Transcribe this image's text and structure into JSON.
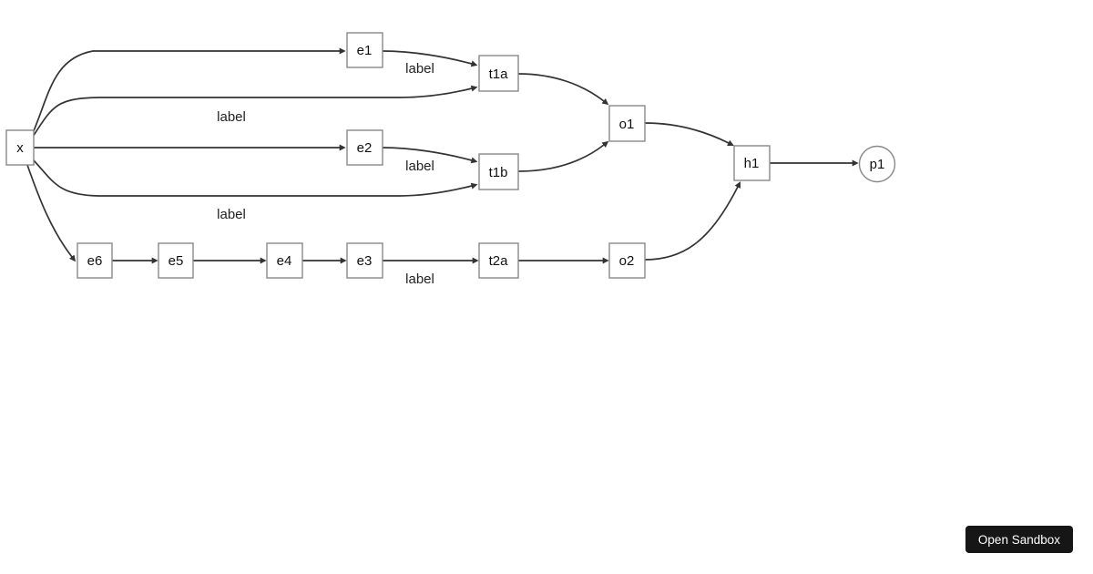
{
  "page": {
    "background": "#ffffff"
  },
  "diagram": {
    "type": "flowchart",
    "direction": "left-to-right",
    "colors": {
      "node_fill": "#ffffff",
      "node_border": "#888888",
      "edge": "#333333",
      "node_text": "#111111",
      "edge_label_text": "#222222"
    },
    "nodes": {
      "x": {
        "label": "x",
        "shape": "rect"
      },
      "e1": {
        "label": "e1",
        "shape": "rect"
      },
      "e2": {
        "label": "e2",
        "shape": "rect"
      },
      "t1a": {
        "label": "t1a",
        "shape": "rect"
      },
      "t1b": {
        "label": "t1b",
        "shape": "rect"
      },
      "o1": {
        "label": "o1",
        "shape": "rect"
      },
      "h1": {
        "label": "h1",
        "shape": "rect"
      },
      "p1": {
        "label": "p1",
        "shape": "circle"
      },
      "e6": {
        "label": "e6",
        "shape": "rect"
      },
      "e5": {
        "label": "e5",
        "shape": "rect"
      },
      "e4": {
        "label": "e4",
        "shape": "rect"
      },
      "e3": {
        "label": "e3",
        "shape": "rect"
      },
      "t2a": {
        "label": "t2a",
        "shape": "rect"
      },
      "o2": {
        "label": "o2",
        "shape": "rect"
      }
    },
    "edges": [
      {
        "from": "x",
        "to": "e1",
        "label": ""
      },
      {
        "from": "e1",
        "to": "t1a",
        "label": "label"
      },
      {
        "from": "x",
        "to": "t1a",
        "label": "label"
      },
      {
        "from": "x",
        "to": "e2",
        "label": ""
      },
      {
        "from": "e2",
        "to": "t1b",
        "label": "label"
      },
      {
        "from": "x",
        "to": "t1b",
        "label": "label"
      },
      {
        "from": "t1a",
        "to": "o1",
        "label": ""
      },
      {
        "from": "t1b",
        "to": "o1",
        "label": ""
      },
      {
        "from": "o1",
        "to": "h1",
        "label": ""
      },
      {
        "from": "x",
        "to": "e6",
        "label": ""
      },
      {
        "from": "e6",
        "to": "e5",
        "label": ""
      },
      {
        "from": "e5",
        "to": "e4",
        "label": ""
      },
      {
        "from": "e4",
        "to": "e3",
        "label": ""
      },
      {
        "from": "e3",
        "to": "t2a",
        "label": "label"
      },
      {
        "from": "t2a",
        "to": "o2",
        "label": ""
      },
      {
        "from": "o2",
        "to": "h1",
        "label": ""
      },
      {
        "from": "h1",
        "to": "p1",
        "label": ""
      }
    ]
  },
  "sandbox_button": {
    "label": "Open Sandbox",
    "bg": "#161616",
    "text_color": "#ffffff"
  }
}
